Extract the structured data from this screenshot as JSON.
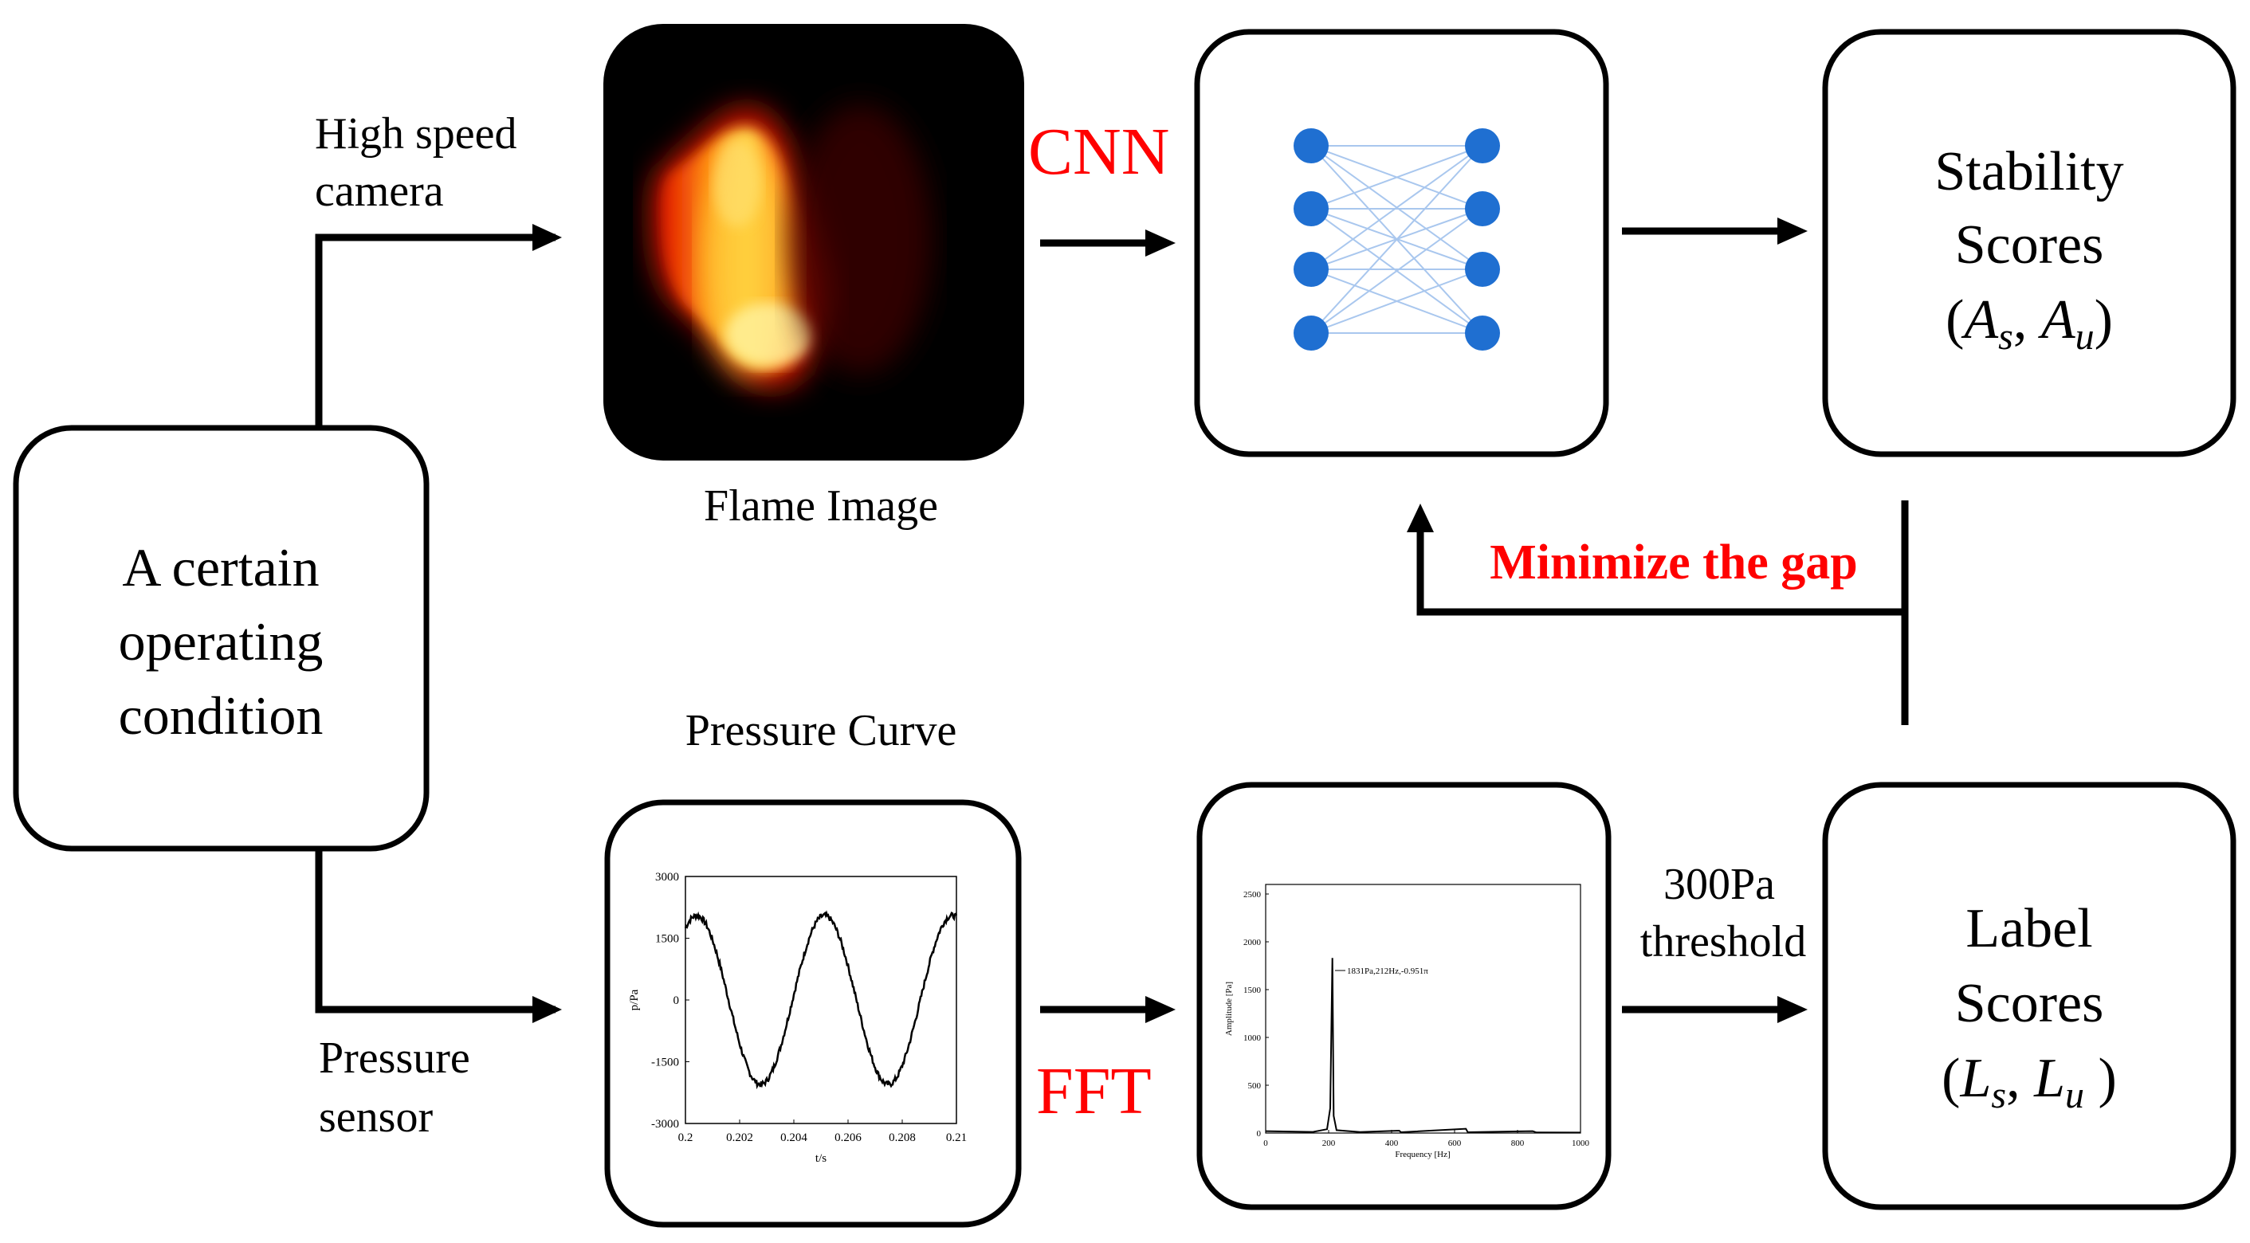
{
  "colors": {
    "accent_red": "#ff0000",
    "node_blue": "#1f6fd1",
    "edge_blue": "#a9c7ee",
    "box_stroke": "#000000"
  },
  "left_box": {
    "line1": "A certain",
    "line2": "operating",
    "line3": "condition"
  },
  "top_branch": {
    "source_line1": "High speed",
    "source_line2": "camera",
    "image_caption": "Flame Image",
    "model_label": "CNN"
  },
  "stability_box": {
    "line1": "Stability",
    "line2": "Scores",
    "formula": "(A_s, A_u)"
  },
  "gap_label": "Minimize the gap",
  "bottom_branch": {
    "source_line1": "Pressure",
    "source_line2": "sensor",
    "curve_title": "Pressure Curve",
    "transform_label": "FFT",
    "threshold_line1": "300Pa",
    "threshold_line2": "threshold"
  },
  "label_box": {
    "line1": "Label",
    "line2": "Scores",
    "formula": "(L_s, L_u )"
  },
  "pressure_plot": {
    "ylabel": "p/Pa",
    "xlabel": "t/s",
    "yticks": [
      "3000",
      "1500",
      "0",
      "-1500",
      "-3000"
    ],
    "xticks": [
      "0.2",
      "0.202",
      "0.204",
      "0.206",
      "0.208",
      "0.21"
    ]
  },
  "fft_plot": {
    "ylabel": "Amplitude [Pa]",
    "xlabel": "Frequency [Hz]",
    "yticks": [
      "2500",
      "2000",
      "1500",
      "1000",
      "500",
      "0"
    ],
    "xticks": [
      "0",
      "200",
      "400",
      "600",
      "800",
      "1000"
    ],
    "annotation": "1831Pa,212Hz,-0.951π"
  },
  "nn_diagram": {
    "left_nodes": 4,
    "right_nodes": 4
  }
}
